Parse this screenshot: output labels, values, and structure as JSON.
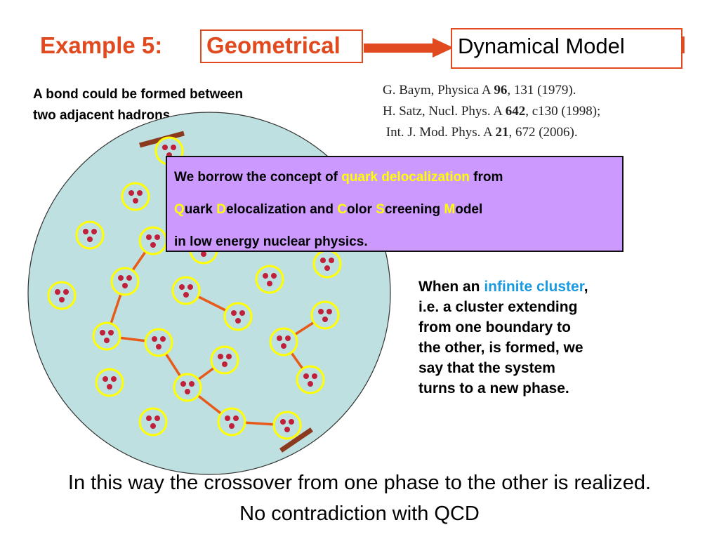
{
  "header": {
    "title_prefix": "Example 5:",
    "title_geometrical": "Geometrical",
    "title_model_tail": "l",
    "dynamical_model": "Dynamical Model"
  },
  "bond_note": {
    "line1": "A bond could be formed between",
    "line2": "two adjacent hadrons"
  },
  "references": [
    "G. Baym, Physica A 96, 131 (1979).",
    "H. Satz, Nucl. Phys. A 642, c130 (1998);",
    "Int. J. Mod. Phys. A 21, 672 (2006)."
  ],
  "concept_box": {
    "line1_a": "We borrow the concept of ",
    "line1_hl": "quark delocalization",
    "line1_b": " from",
    "line2_Q": "Q",
    "line2_uark": "uark ",
    "line2_D": "D",
    "line2_eloc": "elocalization and ",
    "line2_C": "C",
    "line2_olor": "olor ",
    "line2_S": "S",
    "line2_creening": "creening ",
    "line2_M": "M",
    "line2_odel": "odel",
    "line3": "in low energy nuclear physics."
  },
  "cluster_note": {
    "line1_a": "When an ",
    "line1_hl": "infinite cluster",
    "line1_b": ",",
    "line2": "i.e. a cluster extending",
    "line3": "from one boundary to",
    "line4": "the other, is formed, we",
    "line5": "say that the system",
    "line6": "turns to a new phase."
  },
  "footer": {
    "line1": "In this way the crossover from one phase to the other is realized.",
    "line2": "No contradiction with QCD"
  },
  "colors": {
    "title": "#e04a1e",
    "highlight_yellow": "#ffff00",
    "highlight_blue": "#1a9ae0",
    "concept_box_bg": "#cc99ff",
    "circle_fill": "#bfe0e0",
    "hadron_ring": "#ffff00",
    "quark": "#c0203a",
    "bond": "#e85a1a",
    "boundary": "#8b3a1e"
  }
}
